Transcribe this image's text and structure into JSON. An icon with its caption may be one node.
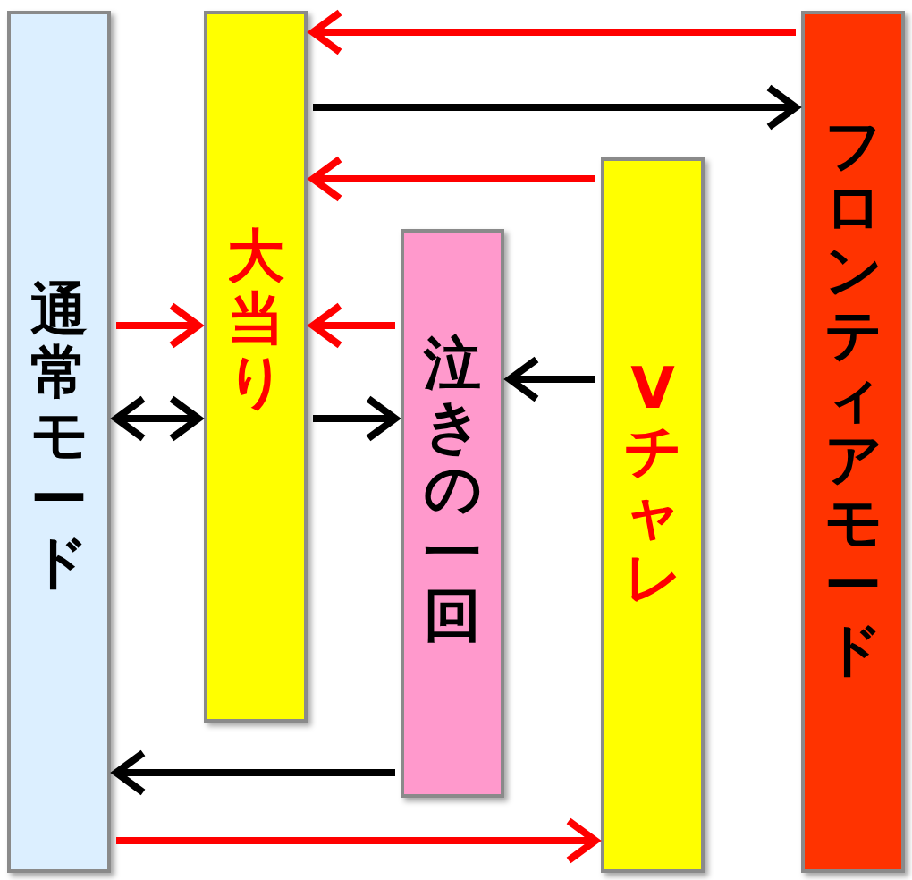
{
  "diagram": {
    "nodes": [
      {
        "text": [
          "通常モード"
        ]
      },
      {
        "text": [
          "大当り"
        ]
      },
      {
        "text": [
          "泣きの一回"
        ]
      },
      {
        "text": [
          "Vチャレ"
        ]
      },
      {
        "text": [
          "フロンティアモード"
        ]
      }
    ],
    "edges": [
      {
        "from": 4,
        "to": 1,
        "arrow": "to",
        "color": "#ff0000"
      },
      {
        "from": 1,
        "to": 4,
        "arrow": "to",
        "color": "#000000"
      },
      {
        "from": 3,
        "to": 1,
        "arrow": "to",
        "color": "#ff0000"
      },
      {
        "from": 0,
        "to": 1,
        "arrow": "to",
        "color": "#ff0000"
      },
      {
        "from": 2,
        "to": 1,
        "arrow": "to",
        "color": "#ff0000"
      },
      {
        "from": 0,
        "to": 1,
        "arrow": "both",
        "color": "#000000"
      },
      {
        "from": 1,
        "to": 2,
        "arrow": "to",
        "color": "#000000"
      },
      {
        "from": 3,
        "to": 2,
        "arrow": "to",
        "color": "#000000"
      },
      {
        "from": 2,
        "to": 0,
        "arrow": "to",
        "color": "#000000"
      },
      {
        "from": 0,
        "to": 3,
        "arrow": "to",
        "color": "#ff0000"
      }
    ]
  }
}
